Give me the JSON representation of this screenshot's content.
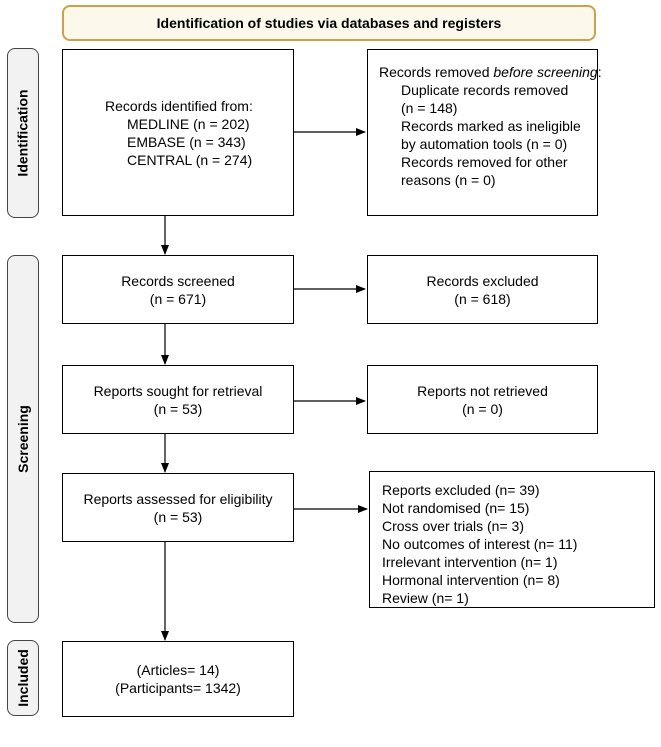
{
  "header": {
    "title": "Identification of studies via databases and registers"
  },
  "phases": {
    "identification": "Identification",
    "screening": "Screening",
    "included": "Included"
  },
  "boxes": {
    "records_identified": {
      "heading": "Records identified from:",
      "lines": [
        "MEDLINE (n = 202)",
        "EMBASE (n = 343)",
        "CENTRAL (n = 274)"
      ]
    },
    "records_removed": {
      "heading_prefix": "Records removed ",
      "heading_italic": "before screening",
      "heading_suffix": ":",
      "lines": [
        "Duplicate records removed",
        "(n = 148)",
        "Records marked as ineligible",
        "by automation tools (n = 0)",
        "Records removed for other",
        "reasons (n = 0)"
      ]
    },
    "records_screened": {
      "line1": "Records screened",
      "line2": "(n = 671)"
    },
    "records_excluded": {
      "line1": "Records excluded",
      "line2": "(n = 618)"
    },
    "reports_sought": {
      "line1": "Reports sought for retrieval",
      "line2": "(n = 53)"
    },
    "reports_not_retrieved": {
      "line1": "Reports not retrieved",
      "line2": "(n = 0)"
    },
    "reports_assessed": {
      "line1": "Reports assessed for eligibility",
      "line2": "(n = 53)"
    },
    "reports_excluded": {
      "lines": [
        "Reports excluded (n= 39)",
        "Not randomised (n= 15)",
        "Cross over trials (n= 3)",
        "No outcomes of interest (n= 11)",
        "Irrelevant intervention (n= 1)",
        "Hormonal intervention (n= 8)",
        "Review (n= 1)"
      ]
    },
    "included": {
      "line1": "(Articles= 14)",
      "line2": "(Participants= 1342)"
    }
  },
  "colors": {
    "header_border": "#c9a24a",
    "phase_fill": "#f2f2f2",
    "stroke": "#000000"
  }
}
